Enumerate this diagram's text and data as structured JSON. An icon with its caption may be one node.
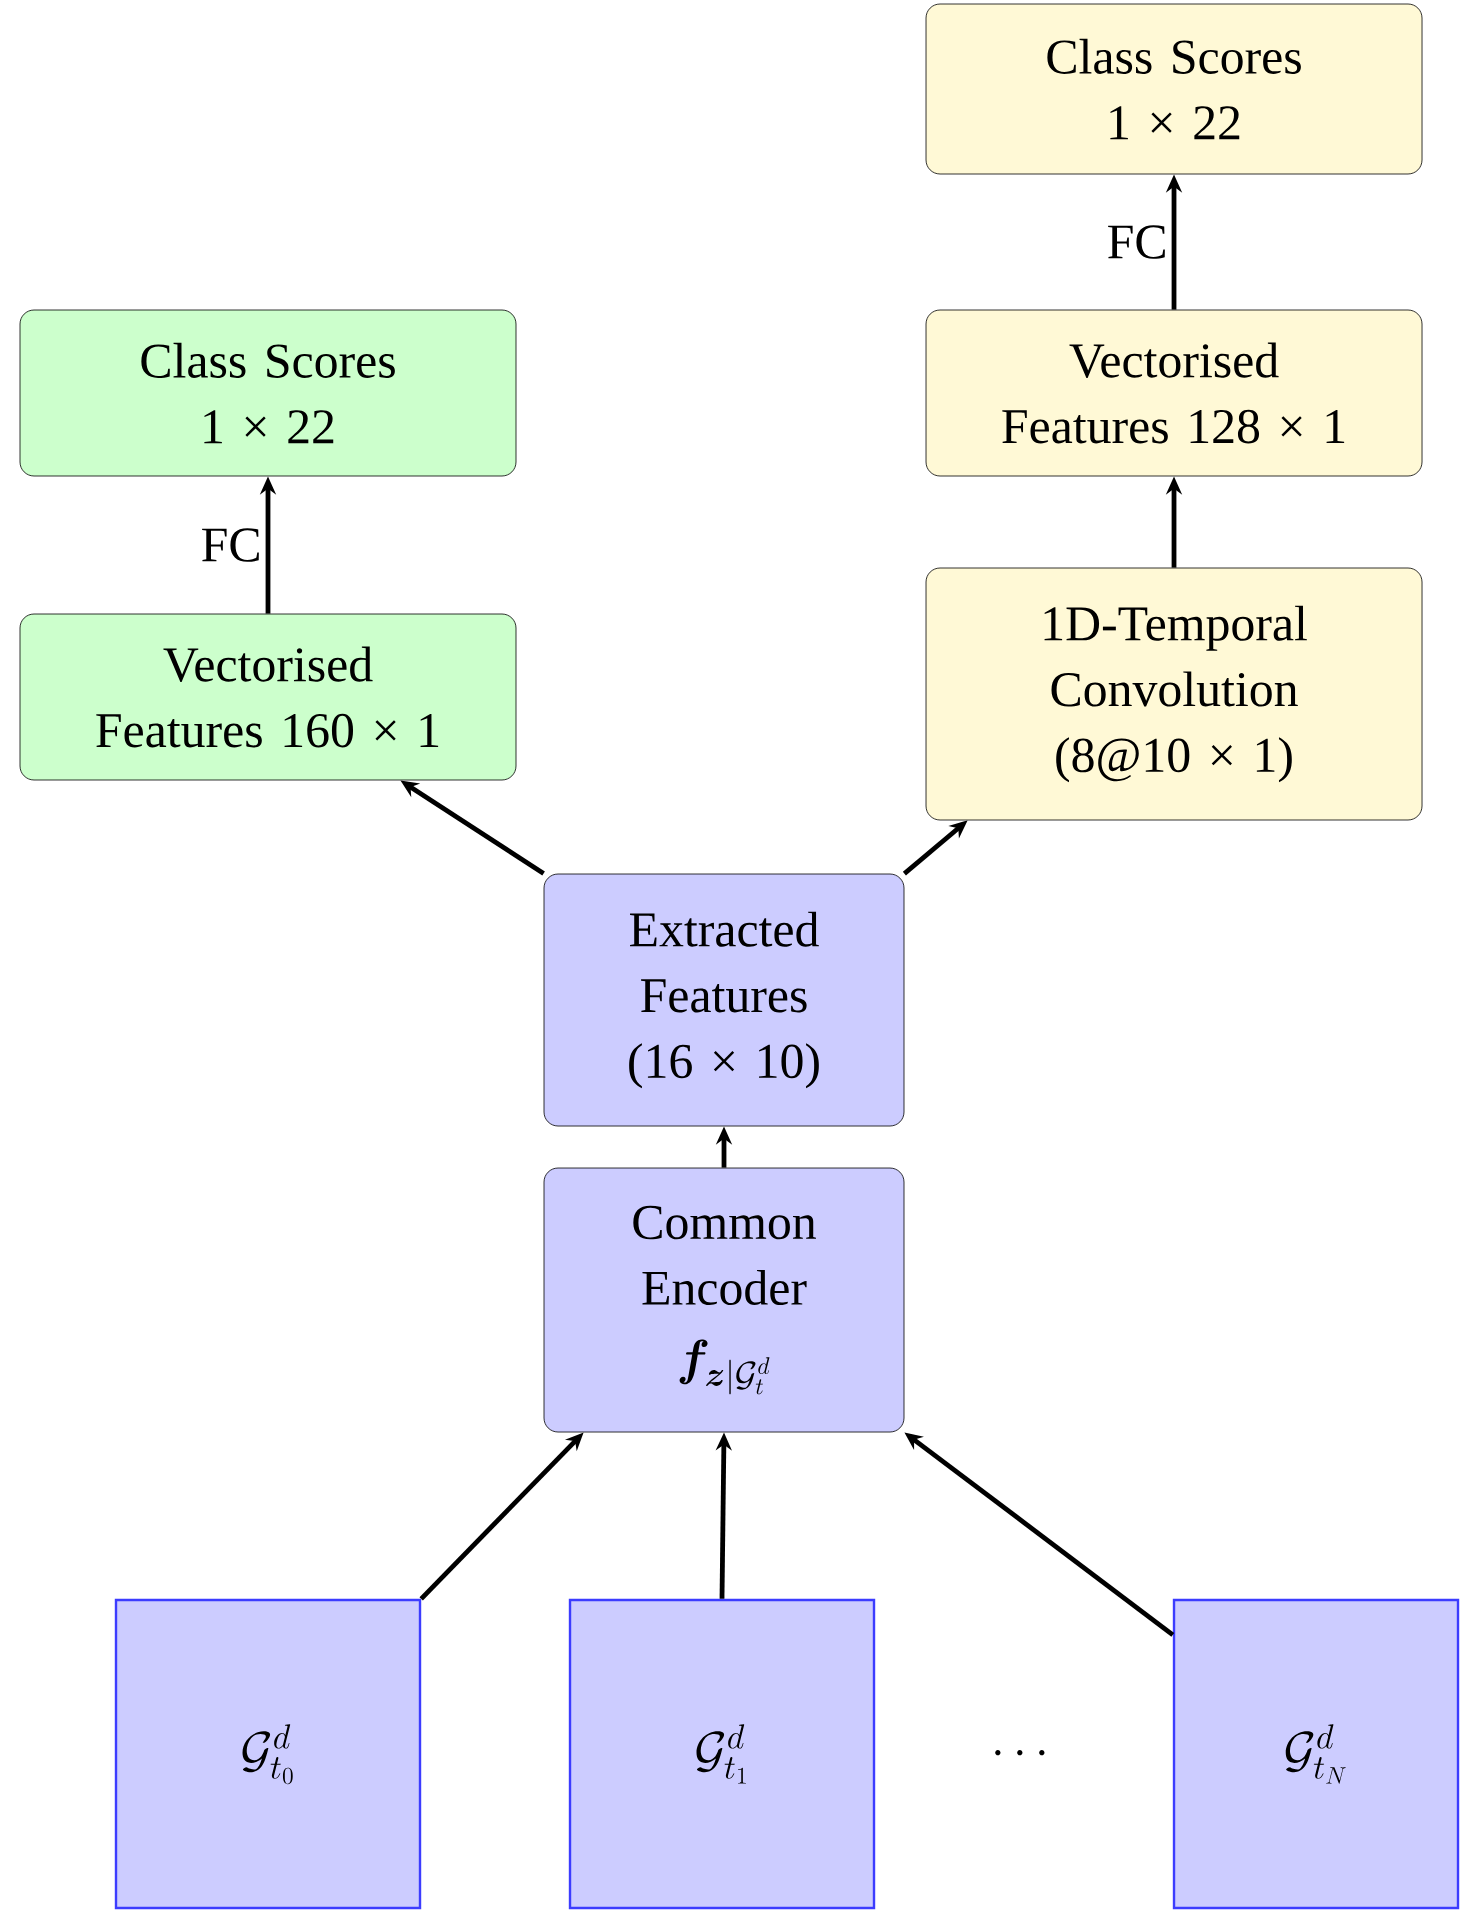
{
  "diagram": {
    "nodes": [
      {
        "text": [
          "Class Scores 1 × 22"
        ]
      },
      {
        "text": [
          "Vectorised Features 160 × 1"
        ]
      },
      {
        "text": [
          "Class Scores 1 × 22"
        ]
      },
      {
        "text": [
          "Vectorised Features 128 × 1"
        ]
      },
      {
        "text": [
          "1D-Temporal Convolution (8@10 × 1)"
        ]
      },
      {
        "text": [
          "Extracted Features (16 × 10)"
        ]
      },
      {
        "text": [
          "Common Encoder",
          "\\boldsymbol{f}_{\\boldsymbol{z}|\\mathcal{G}^d_t}"
        ]
      },
      {
        "text": [
          "\\mathcal{G}^d_{t_0}"
        ]
      },
      {
        "text": [
          "\\mathcal{G}^d_{t_1}"
        ]
      },
      {
        "text": [
          "\\mathcal{G}^d_{t_N}"
        ]
      }
    ],
    "edges": [
      {
        "from": 1,
        "to": 0,
        "arrow": "to",
        "label": "FC"
      },
      {
        "from": 3,
        "to": 2,
        "arrow": "to",
        "label": "FC"
      },
      {
        "from": 4,
        "to": 3,
        "arrow": "to"
      },
      {
        "from": 5,
        "to": 1,
        "arrow": "to"
      },
      {
        "from": 5,
        "to": 4,
        "arrow": "to"
      },
      {
        "from": 6,
        "to": 5,
        "arrow": "to"
      },
      {
        "from": 7,
        "to": 6,
        "arrow": "to"
      },
      {
        "from": 8,
        "to": 6,
        "arrow": "to"
      },
      {
        "from": 9,
        "to": 6,
        "arrow": "to"
      }
    ],
    "labels": [
      "\\cdots"
    ]
  }
}
